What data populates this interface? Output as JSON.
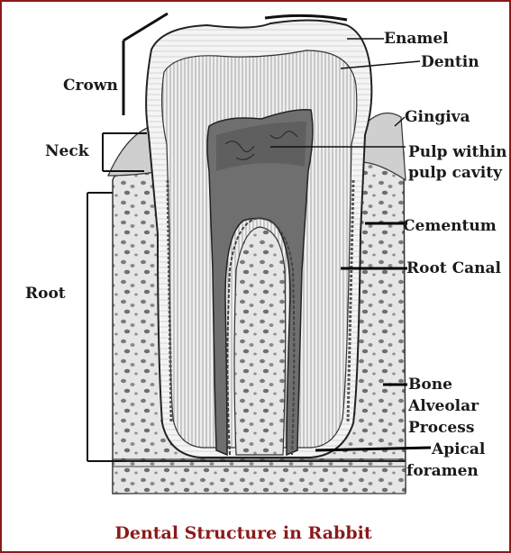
{
  "diagram": {
    "labels": {
      "crown": "Crown",
      "neck": "Neck",
      "root": "Root",
      "enamel": "Enamel",
      "dentin": "Dentin",
      "gingiva": "Gingiva",
      "pulp_line1": "Pulp within",
      "pulp_line2": "pulp cavity",
      "cementum": "Cementum",
      "root_canal": "Root Canal",
      "bone_line1": "Bone",
      "bone_line2": "Alveolar",
      "bone_line3": "Process",
      "apical_line1": "Apical",
      "apical_line2": "foramen"
    },
    "caption": "Dental Structure in Rabbit"
  },
  "colors": {
    "border": "#8b1a1a",
    "caption": "#8b1a1a",
    "ink": "#1a1a1a",
    "bone": "#d9d9d9"
  }
}
